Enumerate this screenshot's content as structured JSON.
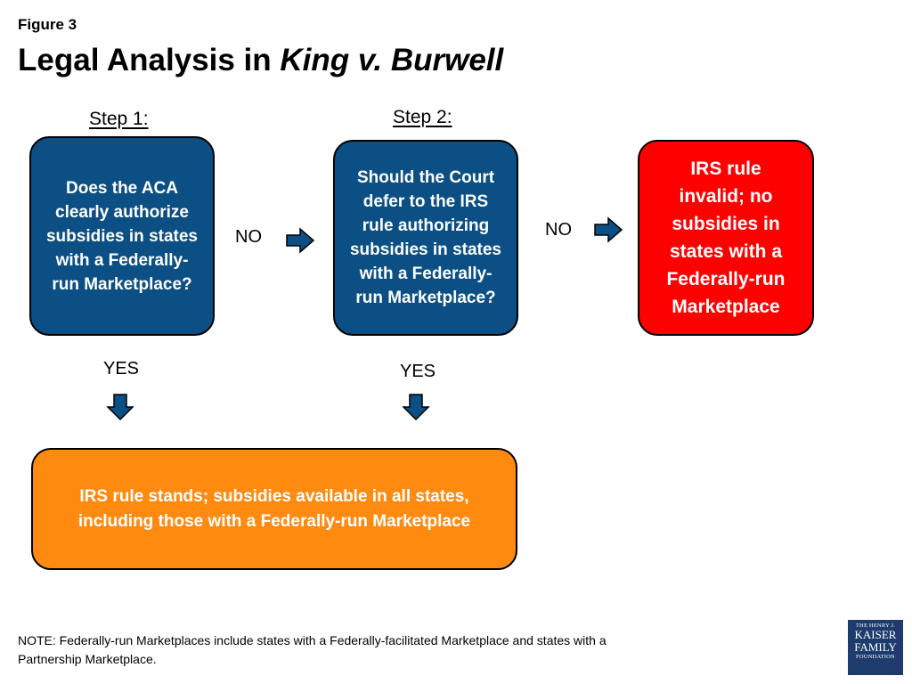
{
  "figure_label": "Figure 3",
  "title": {
    "prefix": "Legal Analysis in ",
    "case": "King v. Burwell"
  },
  "steps": {
    "step1": "Step 1:",
    "step2": "Step 2:"
  },
  "boxes": {
    "question1": "Does the ACA clearly authorize subsidies in states with a Federally-run Marketplace?",
    "question2": "Should the Court defer to the IRS rule authorizing subsidies in states with a Federally-run Marketplace?",
    "invalid": "IRS rule invalid; no subsidies in states with a Federally-run Marketplace",
    "stands": "IRS rule stands; subsidies available in all states, including those with a Federally-run Marketplace"
  },
  "branch_labels": {
    "no1": "NO",
    "no2": "NO",
    "yes1": "YES",
    "yes2": "YES"
  },
  "colors": {
    "question_box": "#0b4f84",
    "invalid_box": "#ff0000",
    "stands_box": "#ff8a10",
    "arrow": "#0b4f84"
  },
  "note": "NOTE:  Federally-run Marketplaces include states with a Federally-facilitated Marketplace and states with a Partnership Marketplace.",
  "logo": {
    "line1": "THE HENRY J.",
    "line2": "KAISER",
    "line3": "FAMILY",
    "line4": "FOUNDATION"
  }
}
